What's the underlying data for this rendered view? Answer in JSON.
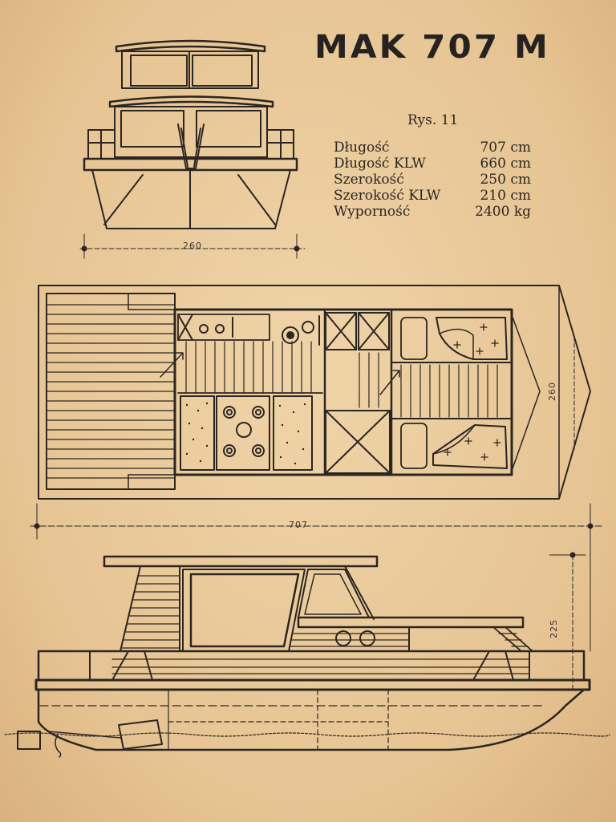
{
  "title": "MAK 707 M",
  "figure_caption": "Rys. 11",
  "specs": [
    {
      "label": "Długość",
      "value": "707",
      "unit": "cm"
    },
    {
      "label": "Długość KLW",
      "value": "660",
      "unit": "cm"
    },
    {
      "label": "Szerokość",
      "value": "250",
      "unit": "cm"
    },
    {
      "label": "Szerokość KLW",
      "value": "210",
      "unit": "cm"
    },
    {
      "label": "Wyporność",
      "value": "2400",
      "unit": "kg"
    }
  ],
  "dimensions": {
    "front_width": "260",
    "plan_width": "260",
    "overall_length": "707",
    "height": "225"
  },
  "colors": {
    "paper": "#e9c99a",
    "ink": "#2b2622"
  }
}
